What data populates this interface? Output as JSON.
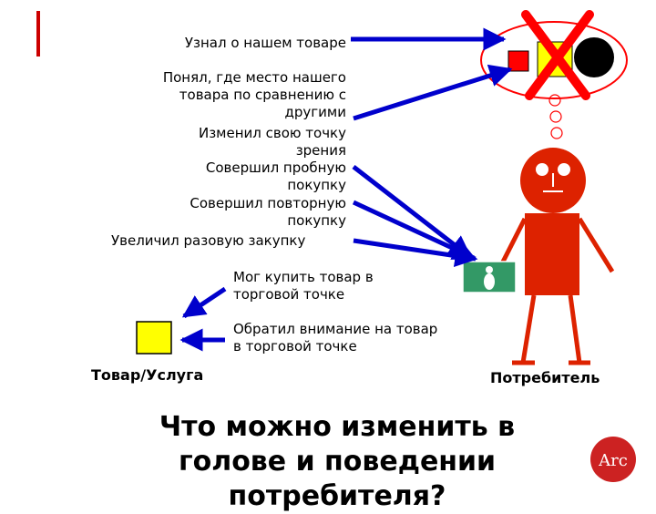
{
  "colors": {
    "arrow": "#0000cc",
    "consumer": "#dd2200",
    "product": "#ffff00",
    "cross": "#ff0000",
    "money": "#339966",
    "accent_bar": "#cc0000",
    "logo": "#cc2222"
  },
  "consumer_stages": [
    "Узнал о нашем товаре",
    "Понял, где место нашего товара по сравнению с другими",
    "Изменил свою точку зрения",
    "Совершил пробную покупку",
    "Совершил повторную покупку",
    "Увеличил разовую закупку"
  ],
  "product_stages": [
    "Мог купить товар в торговой точке",
    "Обратил внимание на товар в торговой точке"
  ],
  "product_label": "Товар/Услуга",
  "consumer_label": "Потребитель",
  "question": "Что можно изменить в голове и поведении потребителя?",
  "logo_text": "Arc",
  "icons": [
    "thought-bubble-icon",
    "cross-out-icon",
    "money-icon",
    "stick-figure-icon",
    "product-box-icon"
  ]
}
